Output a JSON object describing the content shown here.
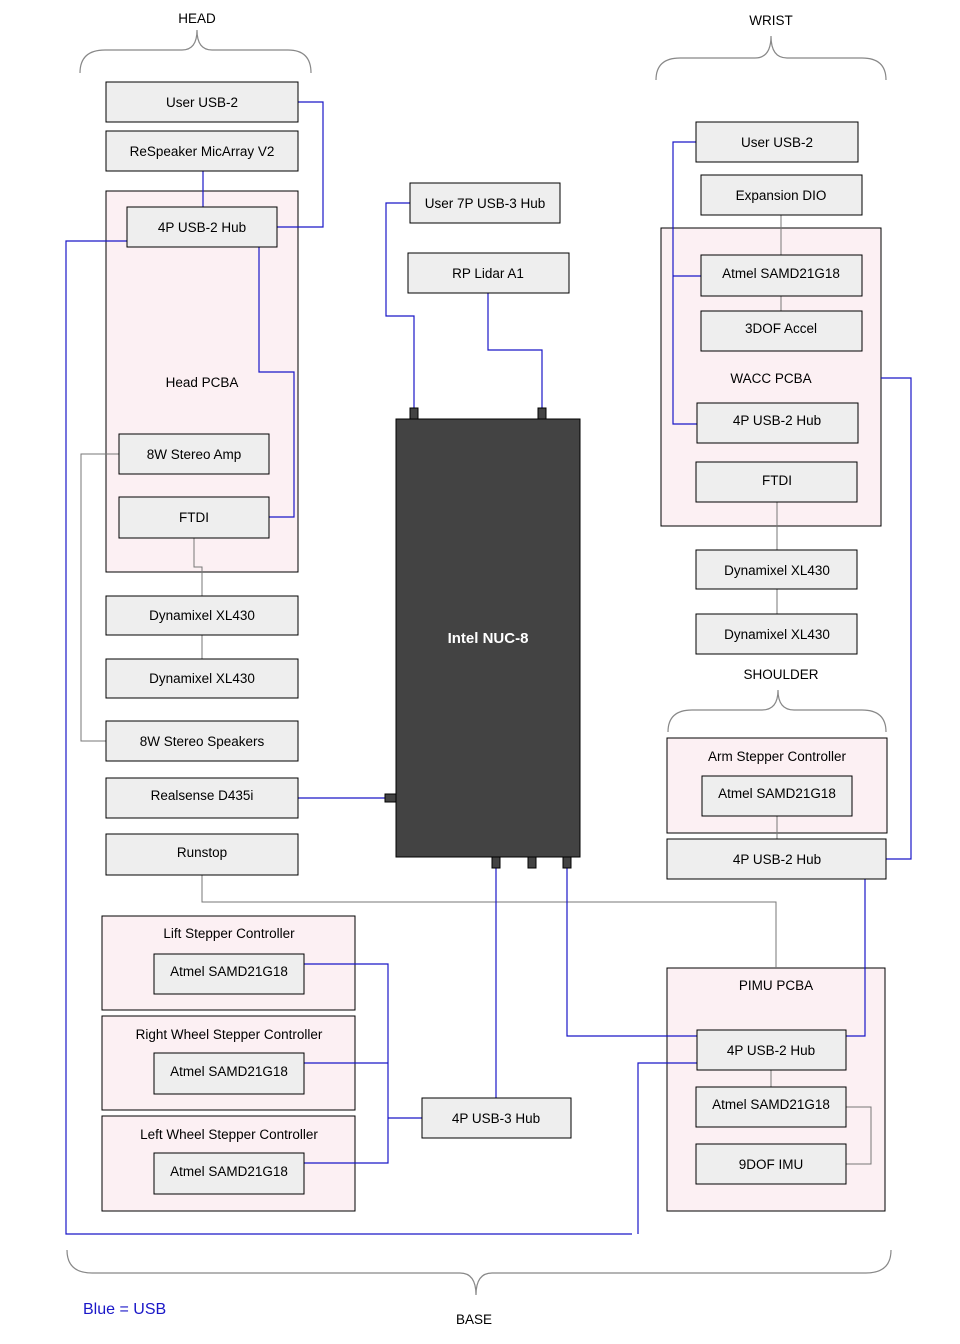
{
  "sections": {
    "head": "HEAD",
    "wrist": "WRIST",
    "shoulder": "SHOULDER",
    "base": "BASE"
  },
  "legend": "Blue = USB",
  "colors": {
    "usb_wire": "#1a17c8",
    "other_wire": "#777777",
    "component_fill": "#eeeeee",
    "pcba_fill": "#fcf0f3",
    "nuc_fill": "#434343"
  },
  "head": {
    "user_usb": "User USB-2",
    "respeaker": "ReSpeaker MicArray V2",
    "hub": "4P USB-2 Hub",
    "pcba": "Head PCBA",
    "amp": "8W Stereo Amp",
    "ftdi": "FTDI",
    "dxl1": "Dynamixel XL430",
    "dxl2": "Dynamixel XL430",
    "speakers": "8W Stereo Speakers",
    "realsense": "Realsense D435i",
    "runstop": "Runstop"
  },
  "center": {
    "user_hub": "User 7P USB-3 Hub",
    "lidar": "RP Lidar A1",
    "nuc": "Intel NUC-8",
    "usb3_hub": "4P USB-3 Hub"
  },
  "wrist": {
    "user_usb": "User USB-2",
    "expansion": "Expansion DIO",
    "pcba": "WACC PCBA",
    "mcu": "Atmel SAMD21G18",
    "accel": "3DOF Accel",
    "hub": "4P USB-2 Hub",
    "ftdi": "FTDI",
    "dxl1": "Dynamixel XL430",
    "dxl2": "Dynamixel XL430"
  },
  "shoulder": {
    "controller": "Arm Stepper Controller",
    "mcu": "Atmel SAMD21G18",
    "hub": "4P USB-2 Hub"
  },
  "base": {
    "lift": {
      "title": "Lift Stepper Controller",
      "mcu": "Atmel SAMD21G18"
    },
    "right_wheel": {
      "title": "Right Wheel Stepper Controller",
      "mcu": "Atmel SAMD21G18"
    },
    "left_wheel": {
      "title": "Left Wheel Stepper Controller",
      "mcu": "Atmel SAMD21G18"
    },
    "pimu": {
      "title": "PIMU PCBA",
      "hub": "4P USB-2 Hub",
      "mcu": "Atmel SAMD21G18",
      "imu": "9DOF IMU"
    }
  }
}
